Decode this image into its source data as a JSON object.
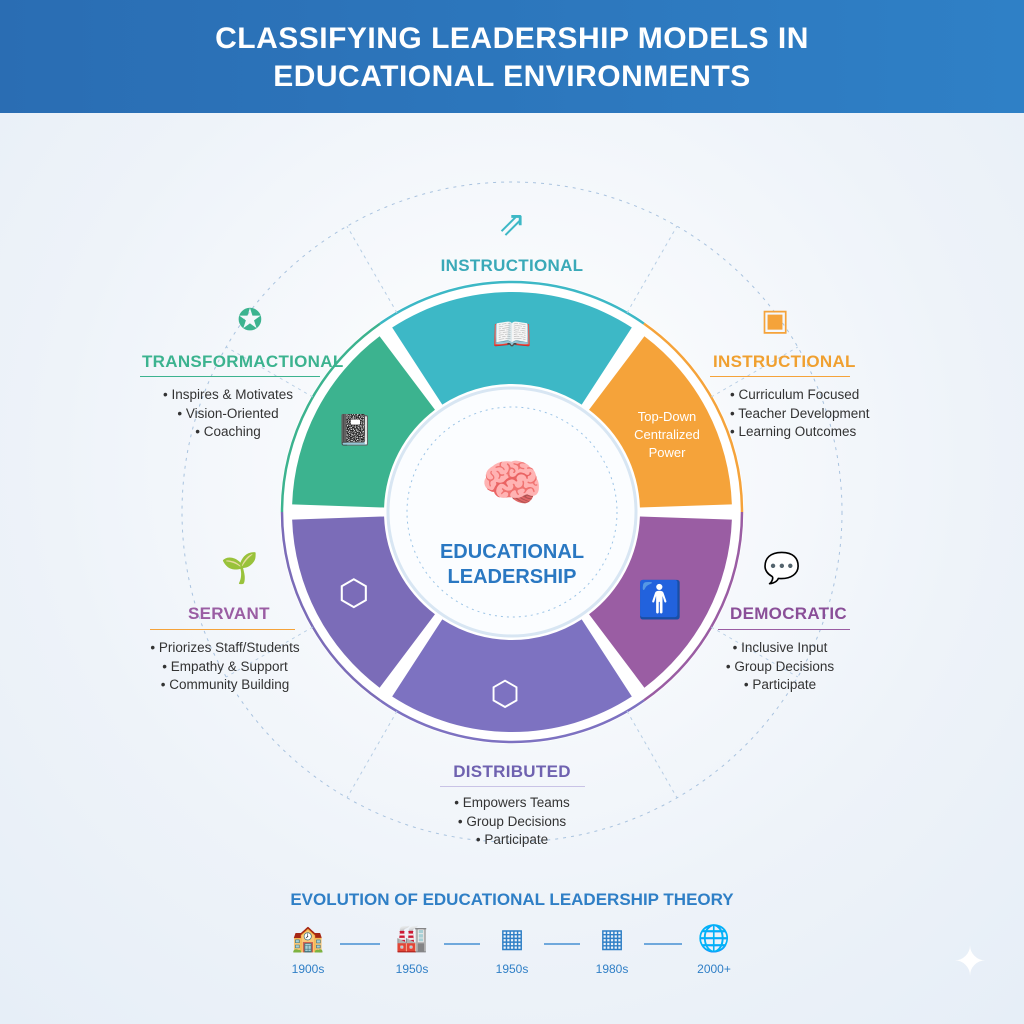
{
  "header": {
    "title_line1": "CLASSIFYING LEADERSHIP MODELS IN",
    "title_line2": "EDUCATIONAL ENVIRONMENTS"
  },
  "colors": {
    "teal": "#3db8c6",
    "orange": "#f5a33a",
    "purple": "#9a5da3",
    "indigo": "#7b6cb8",
    "bluepurple": "#7d72c1",
    "green": "#3cb38f",
    "blue": "#2f7fc6"
  },
  "center": {
    "title_line1": "EDUCATIONAL",
    "title_line2": "LEADERSHIP"
  },
  "segment_text": {
    "line1": "Top-Down",
    "line2": "Centralized",
    "line3": "Power"
  },
  "models": {
    "top": {
      "label": "INSTRUCTIONAL"
    },
    "left_top": {
      "label": "TRANSFORMACTIONAL",
      "items": [
        "Inspires & Motivates",
        "Vision-Oriented",
        "Coaching"
      ]
    },
    "right_top": {
      "label": "INSTRUCTIONAL",
      "items": [
        "Curriculum Focused",
        "Teacher Development",
        "Learning Outcomes"
      ]
    },
    "left_bottom": {
      "label": "SERVANT",
      "items": [
        "Priorizes Staff/Students",
        "Empathy & Support",
        "Community Building"
      ]
    },
    "right_bottom": {
      "label": "DEMOCRATIC",
      "items": [
        "Inclusive Input",
        "Group Decisions",
        "Participate"
      ]
    },
    "bottom": {
      "label": "DISTRIBUTED",
      "items": [
        "Empowers Teams",
        "Group Decisions",
        "Participate"
      ]
    }
  },
  "timeline": {
    "title": "EVOLUTION OF EDUCATIONAL LEADERSHIP THEORY",
    "items": [
      {
        "label": "1900s",
        "icon": "school-icon"
      },
      {
        "label": "1950s",
        "icon": "factory-icon"
      },
      {
        "label": "1950s",
        "icon": "chip-icon"
      },
      {
        "label": "1980s",
        "icon": "chip-icon"
      },
      {
        "label": "2000+",
        "icon": "network-globe-icon"
      }
    ]
  }
}
